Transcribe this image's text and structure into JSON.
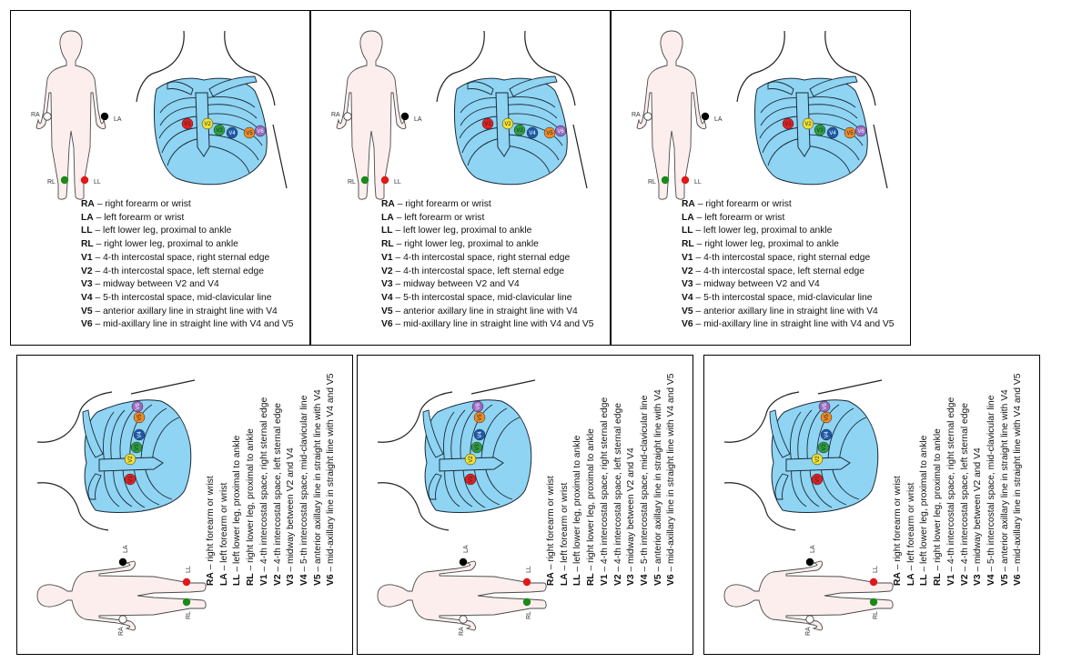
{
  "legend": [
    {
      "code": "RA",
      "sep": " – ",
      "text": "right forearm or wrist"
    },
    {
      "code": "LA",
      "sep": " – ",
      "text": "left forearm or wrist"
    },
    {
      "code": "LL",
      "sep": " – ",
      "text": "left lower leg, proximal to ankle"
    },
    {
      "code": "RL",
      "sep": " – ",
      "text": "right lower leg, proximal to ankle"
    },
    {
      "code": "V1",
      "sep": " – ",
      "text": "4-th intercostal space, right sternal edge"
    },
    {
      "code": "V2",
      "sep": " – ",
      "text": "4-th intercostal space, left sternal edge"
    },
    {
      "code": "V3",
      "sep": " – ",
      "text": "midway between V2 and V4"
    },
    {
      "code": "V4",
      "sep": " – ",
      "text": "5-th intercostal space, mid-clavicular line"
    },
    {
      "code": "V5",
      "sep": " – ",
      "text": "anterior axillary line in straight line with V4"
    },
    {
      "code": "V6",
      "sep": " – ",
      "text": "mid-axillary line in straight line with V4 and V5"
    }
  ],
  "limb_labels": {
    "ra": "RA",
    "la": "LA",
    "rl": "RL",
    "ll": "LL"
  },
  "chest_labels": [
    "V1",
    "V2",
    "V3",
    "V4",
    "V5",
    "V6"
  ],
  "colors": {
    "ra": "#ffffff",
    "la": "#000000",
    "rl": "#1a8a1a",
    "ll": "#e01818",
    "V1": "#e02020",
    "V2": "#f2e030",
    "V3": "#2e9e3c",
    "V4": "#1e5aa8",
    "V5": "#f08a20",
    "V6": "#9a6ac0",
    "rib": "#8fd4f2",
    "rib_stroke": "#1a2a3a",
    "skin": "#fdeeee"
  }
}
